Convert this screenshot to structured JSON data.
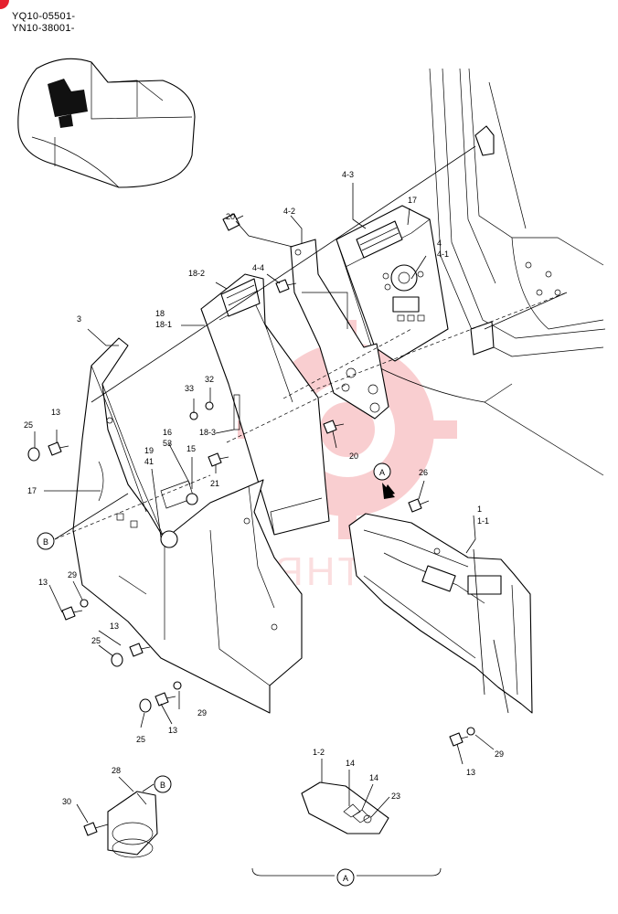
{
  "header": {
    "serial_1": "YQ10-05501-",
    "serial_2": "YN10-38001-"
  },
  "watermark": {
    "text": "ЯНТЕХ",
    "color": "#e8272e"
  },
  "callouts": {
    "c3": "3",
    "c4_2": "4-2",
    "c4_3": "4-3",
    "c4": "4",
    "c4_1": "4-1",
    "c4_4": "4-4",
    "c17_top": "17",
    "c17_side": "17",
    "c18": "18",
    "c18_1": "18-1",
    "c18_2": "18-2",
    "c18_3": "18-3",
    "c20_top": "20",
    "c20_mid": "20",
    "c32": "32",
    "c33": "33",
    "c16": "16",
    "c53": "53",
    "c15": "15",
    "c19": "19",
    "c41": "41",
    "c21": "21",
    "c13_a": "13",
    "c13_b": "13",
    "c13_c": "13",
    "c13_d": "13",
    "c13_e": "13",
    "c25_a": "25",
    "c25_b": "25",
    "c25_c": "25",
    "c29_a": "29",
    "c29_b": "29",
    "c29_c": "29",
    "c26": "26",
    "c1": "1",
    "c1_1": "1-1",
    "c1_2": "1-2",
    "c14_a": "14",
    "c14_b": "14",
    "c23": "23",
    "c28": "28",
    "c30": "30"
  },
  "view_markers": {
    "view_a": "A",
    "view_b": "B"
  }
}
